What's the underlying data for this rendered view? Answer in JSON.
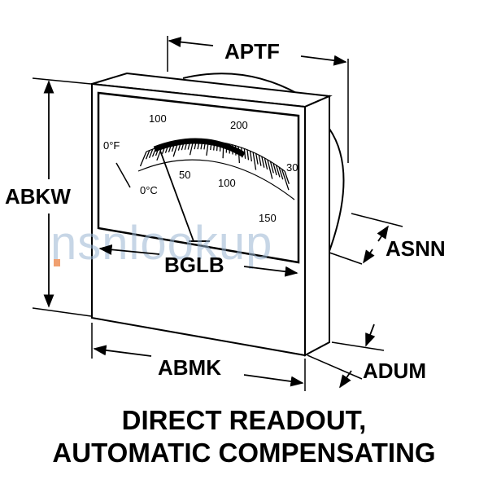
{
  "dimensions": {
    "aptf": "APTF",
    "abkw": "ABKW",
    "asnn": "ASNN",
    "bglb": "BGLB",
    "abmk": "ABMK",
    "adum": "ADUM"
  },
  "scale": {
    "fahrenheit_unit": "0°F",
    "celsius_unit": "0°C",
    "f100": "100",
    "f200": "200",
    "f300": "30",
    "c50": "50",
    "c100": "100",
    "c150": "150"
  },
  "watermark": {
    "text": "nsnlookup",
    "dot_color": "#f0a070",
    "text_color": "#9ab6d3"
  },
  "caption": {
    "line1": "DIRECT READOUT,",
    "line2": "AUTOMATIC COMPENSATING"
  }
}
